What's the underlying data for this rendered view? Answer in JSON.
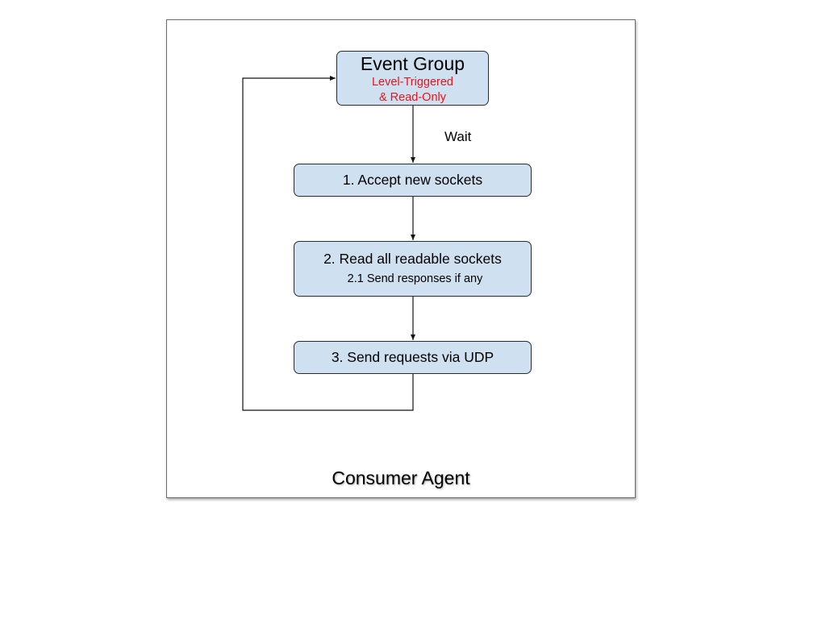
{
  "diagram": {
    "caption": "Consumer Agent",
    "event_group": {
      "title": "Event Group",
      "line1": "Level-Triggered",
      "line2": "& Read-Only",
      "subtitle_color": "#e8141b"
    },
    "edge_label": "Wait",
    "steps": [
      {
        "label": "1. Accept new sockets"
      },
      {
        "label": "2. Read all readable sockets",
        "sub": "2.1 Send responses if any"
      },
      {
        "label": "3. Send requests via UDP"
      }
    ],
    "box_fill": "#cfe0f1"
  }
}
